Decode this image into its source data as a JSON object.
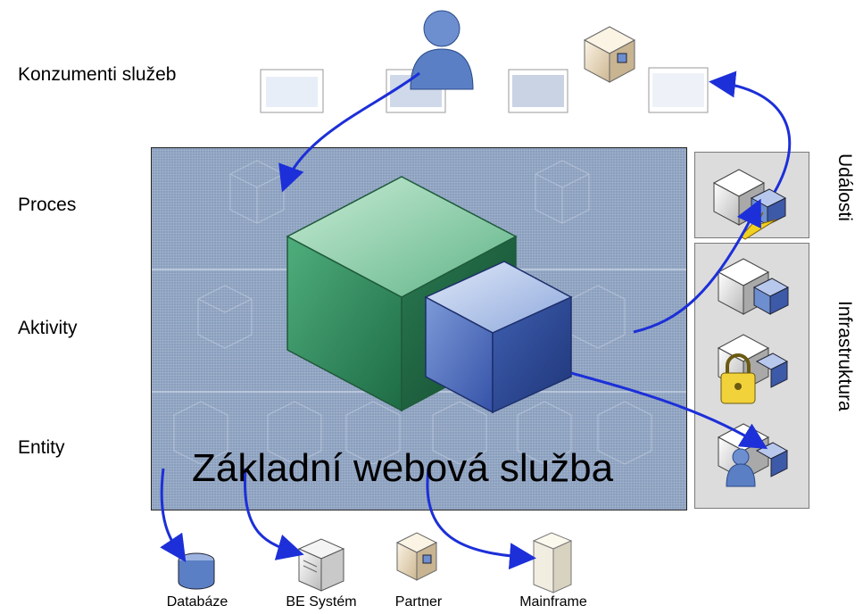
{
  "rows": {
    "consumers": "Konzumenti služeb",
    "process": "Proces",
    "activities": "Aktivity",
    "entities": "Entity"
  },
  "side": {
    "events": "Události",
    "infrastructure": "Infrastruktura"
  },
  "main_label": "Základní webová služba",
  "bottom": {
    "database": "Databáze",
    "be_system": "BE Systém",
    "partner": "Partner",
    "mainframe": "Mainframe"
  }
}
